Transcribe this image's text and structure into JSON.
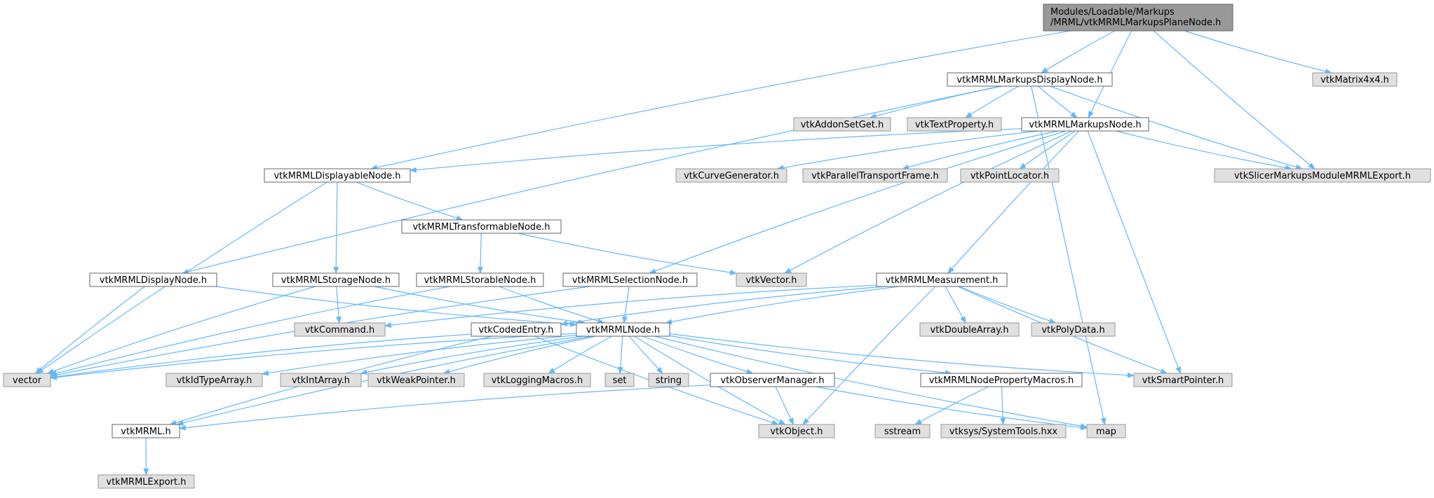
{
  "colors": {
    "edge": "#63b8ff",
    "root_fill": "#999999",
    "documented_fill": "#ffffff",
    "external_fill": "#e0e0e0",
    "border": "#666666"
  },
  "nodes": [
    {
      "id": "root",
      "label": [
        "Modules/Loadable/Markups",
        "/MRML/vtkMRMLMarkupsPlaneNode.h"
      ],
      "kind": "root"
    },
    {
      "id": "displaynode_markups",
      "label": [
        "vtkMRMLMarkupsDisplayNode.h"
      ],
      "kind": "doc"
    },
    {
      "id": "matrix4x4",
      "label": [
        "vtkMatrix4x4.h"
      ],
      "kind": "ext"
    },
    {
      "id": "addonsetget",
      "label": [
        "vtkAddonSetGet.h"
      ],
      "kind": "ext"
    },
    {
      "id": "textproperty",
      "label": [
        "vtkTextProperty.h"
      ],
      "kind": "ext"
    },
    {
      "id": "markupsnode",
      "label": [
        "vtkMRMLMarkupsNode.h"
      ],
      "kind": "doc"
    },
    {
      "id": "displayable",
      "label": [
        "vtkMRMLDisplayableNode.h"
      ],
      "kind": "doc"
    },
    {
      "id": "curvegen",
      "label": [
        "vtkCurveGenerator.h"
      ],
      "kind": "ext"
    },
    {
      "id": "paralleltransport",
      "label": [
        "vtkParallelTransportFrame.h"
      ],
      "kind": "ext"
    },
    {
      "id": "pointlocator",
      "label": [
        "vtkPointLocator.h"
      ],
      "kind": "ext"
    },
    {
      "id": "slicerexport",
      "label": [
        "vtkSlicerMarkupsModuleMRMLExport.h"
      ],
      "kind": "ext"
    },
    {
      "id": "transformable",
      "label": [
        "vtkMRMLTransformableNode.h"
      ],
      "kind": "doc"
    },
    {
      "id": "displaynode",
      "label": [
        "vtkMRMLDisplayNode.h"
      ],
      "kind": "doc"
    },
    {
      "id": "storagenode",
      "label": [
        "vtkMRMLStorageNode.h"
      ],
      "kind": "doc"
    },
    {
      "id": "storablenode",
      "label": [
        "vtkMRMLStorableNode.h"
      ],
      "kind": "doc"
    },
    {
      "id": "selectionnode",
      "label": [
        "vtkMRMLSelectionNode.h"
      ],
      "kind": "doc"
    },
    {
      "id": "vtkvector",
      "label": [
        "vtkVector.h"
      ],
      "kind": "ext"
    },
    {
      "id": "measurement",
      "label": [
        "vtkMRMLMeasurement.h"
      ],
      "kind": "doc"
    },
    {
      "id": "vtkcommand",
      "label": [
        "vtkCommand.h"
      ],
      "kind": "ext"
    },
    {
      "id": "codedentry",
      "label": [
        "vtkCodedEntry.h"
      ],
      "kind": "doc"
    },
    {
      "id": "mrmlnode",
      "label": [
        "vtkMRMLNode.h"
      ],
      "kind": "doc"
    },
    {
      "id": "doublearray",
      "label": [
        "vtkDoubleArray.h"
      ],
      "kind": "ext"
    },
    {
      "id": "polydata",
      "label": [
        "vtkPolyData.h"
      ],
      "kind": "ext"
    },
    {
      "id": "vector",
      "label": [
        "vector"
      ],
      "kind": "ext"
    },
    {
      "id": "idtypearray",
      "label": [
        "vtkIdTypeArray.h"
      ],
      "kind": "ext"
    },
    {
      "id": "intarray",
      "label": [
        "vtkIntArray.h"
      ],
      "kind": "ext"
    },
    {
      "id": "weakpointer",
      "label": [
        "vtkWeakPointer.h"
      ],
      "kind": "ext"
    },
    {
      "id": "loggingmacros",
      "label": [
        "vtkLoggingMacros.h"
      ],
      "kind": "ext"
    },
    {
      "id": "set",
      "label": [
        "set"
      ],
      "kind": "ext"
    },
    {
      "id": "string",
      "label": [
        "string"
      ],
      "kind": "ext"
    },
    {
      "id": "observermanager",
      "label": [
        "vtkObserverManager.h"
      ],
      "kind": "doc"
    },
    {
      "id": "propertymacros",
      "label": [
        "vtkMRMLNodePropertyMacros.h"
      ],
      "kind": "doc"
    },
    {
      "id": "smartpointer",
      "label": [
        "vtkSmartPointer.h"
      ],
      "kind": "ext"
    },
    {
      "id": "vtkmrml",
      "label": [
        "vtkMRML.h"
      ],
      "kind": "doc"
    },
    {
      "id": "vtkobject",
      "label": [
        "vtkObject.h"
      ],
      "kind": "ext"
    },
    {
      "id": "sstream",
      "label": [
        "sstream"
      ],
      "kind": "ext"
    },
    {
      "id": "systemtools",
      "label": [
        "vtksys/SystemTools.hxx"
      ],
      "kind": "ext"
    },
    {
      "id": "map",
      "label": [
        "map"
      ],
      "kind": "ext"
    },
    {
      "id": "mrmlexport",
      "label": [
        "vtkMRMLExport.h"
      ],
      "kind": "ext"
    }
  ],
  "edges": [
    [
      "root",
      "displaynode_markups"
    ],
    [
      "root",
      "matrix4x4"
    ],
    [
      "root",
      "markupsnode"
    ],
    [
      "root",
      "displayable"
    ],
    [
      "root",
      "slicerexport"
    ],
    [
      "displaynode_markups",
      "addonsetget"
    ],
    [
      "displaynode_markups",
      "textproperty"
    ],
    [
      "displaynode_markups",
      "markupsnode"
    ],
    [
      "displaynode_markups",
      "displaynode"
    ],
    [
      "displaynode_markups",
      "slicerexport"
    ],
    [
      "displaynode_markups",
      "map"
    ],
    [
      "markupsnode",
      "displayable"
    ],
    [
      "markupsnode",
      "curvegen"
    ],
    [
      "markupsnode",
      "paralleltransport"
    ],
    [
      "markupsnode",
      "pointlocator"
    ],
    [
      "markupsnode",
      "slicerexport"
    ],
    [
      "markupsnode",
      "selectionnode"
    ],
    [
      "markupsnode",
      "vtkvector"
    ],
    [
      "markupsnode",
      "measurement"
    ],
    [
      "markupsnode",
      "smartpointer"
    ],
    [
      "displayable",
      "transformable"
    ],
    [
      "displayable",
      "storagenode"
    ],
    [
      "displayable",
      "vector"
    ],
    [
      "transformable",
      "storablenode"
    ],
    [
      "transformable",
      "vtkvector"
    ],
    [
      "displaynode",
      "mrmlnode"
    ],
    [
      "displaynode",
      "vector"
    ],
    [
      "storagenode",
      "vtkcommand"
    ],
    [
      "storagenode",
      "mrmlnode"
    ],
    [
      "storagenode",
      "vector"
    ],
    [
      "storablenode",
      "mrmlnode"
    ],
    [
      "storablenode",
      "vector"
    ],
    [
      "selectionnode",
      "mrmlnode"
    ],
    [
      "selectionnode",
      "vector"
    ],
    [
      "measurement",
      "vtkcommand"
    ],
    [
      "measurement",
      "codedentry"
    ],
    [
      "measurement",
      "mrmlnode"
    ],
    [
      "measurement",
      "doublearray"
    ],
    [
      "measurement",
      "polydata"
    ],
    [
      "measurement",
      "smartpointer"
    ],
    [
      "measurement",
      "vtkobject"
    ],
    [
      "codedentry",
      "vector"
    ],
    [
      "codedentry",
      "vtkmrml"
    ],
    [
      "codedentry",
      "vtkobject"
    ],
    [
      "mrmlnode",
      "vector"
    ],
    [
      "mrmlnode",
      "vtkmrml"
    ],
    [
      "mrmlnode",
      "idtypearray"
    ],
    [
      "mrmlnode",
      "intarray"
    ],
    [
      "mrmlnode",
      "weakpointer"
    ],
    [
      "mrmlnode",
      "loggingmacros"
    ],
    [
      "mrmlnode",
      "set"
    ],
    [
      "mrmlnode",
      "string"
    ],
    [
      "mrmlnode",
      "observermanager"
    ],
    [
      "mrmlnode",
      "propertymacros"
    ],
    [
      "mrmlnode",
      "smartpointer"
    ],
    [
      "mrmlnode",
      "vtkobject"
    ],
    [
      "mrmlnode",
      "map"
    ],
    [
      "observermanager",
      "vtkmrml"
    ],
    [
      "observermanager",
      "vtkobject"
    ],
    [
      "observermanager",
      "map"
    ],
    [
      "propertymacros",
      "sstream"
    ],
    [
      "propertymacros",
      "systemtools"
    ],
    [
      "vtkmrml",
      "mrmlexport"
    ]
  ]
}
